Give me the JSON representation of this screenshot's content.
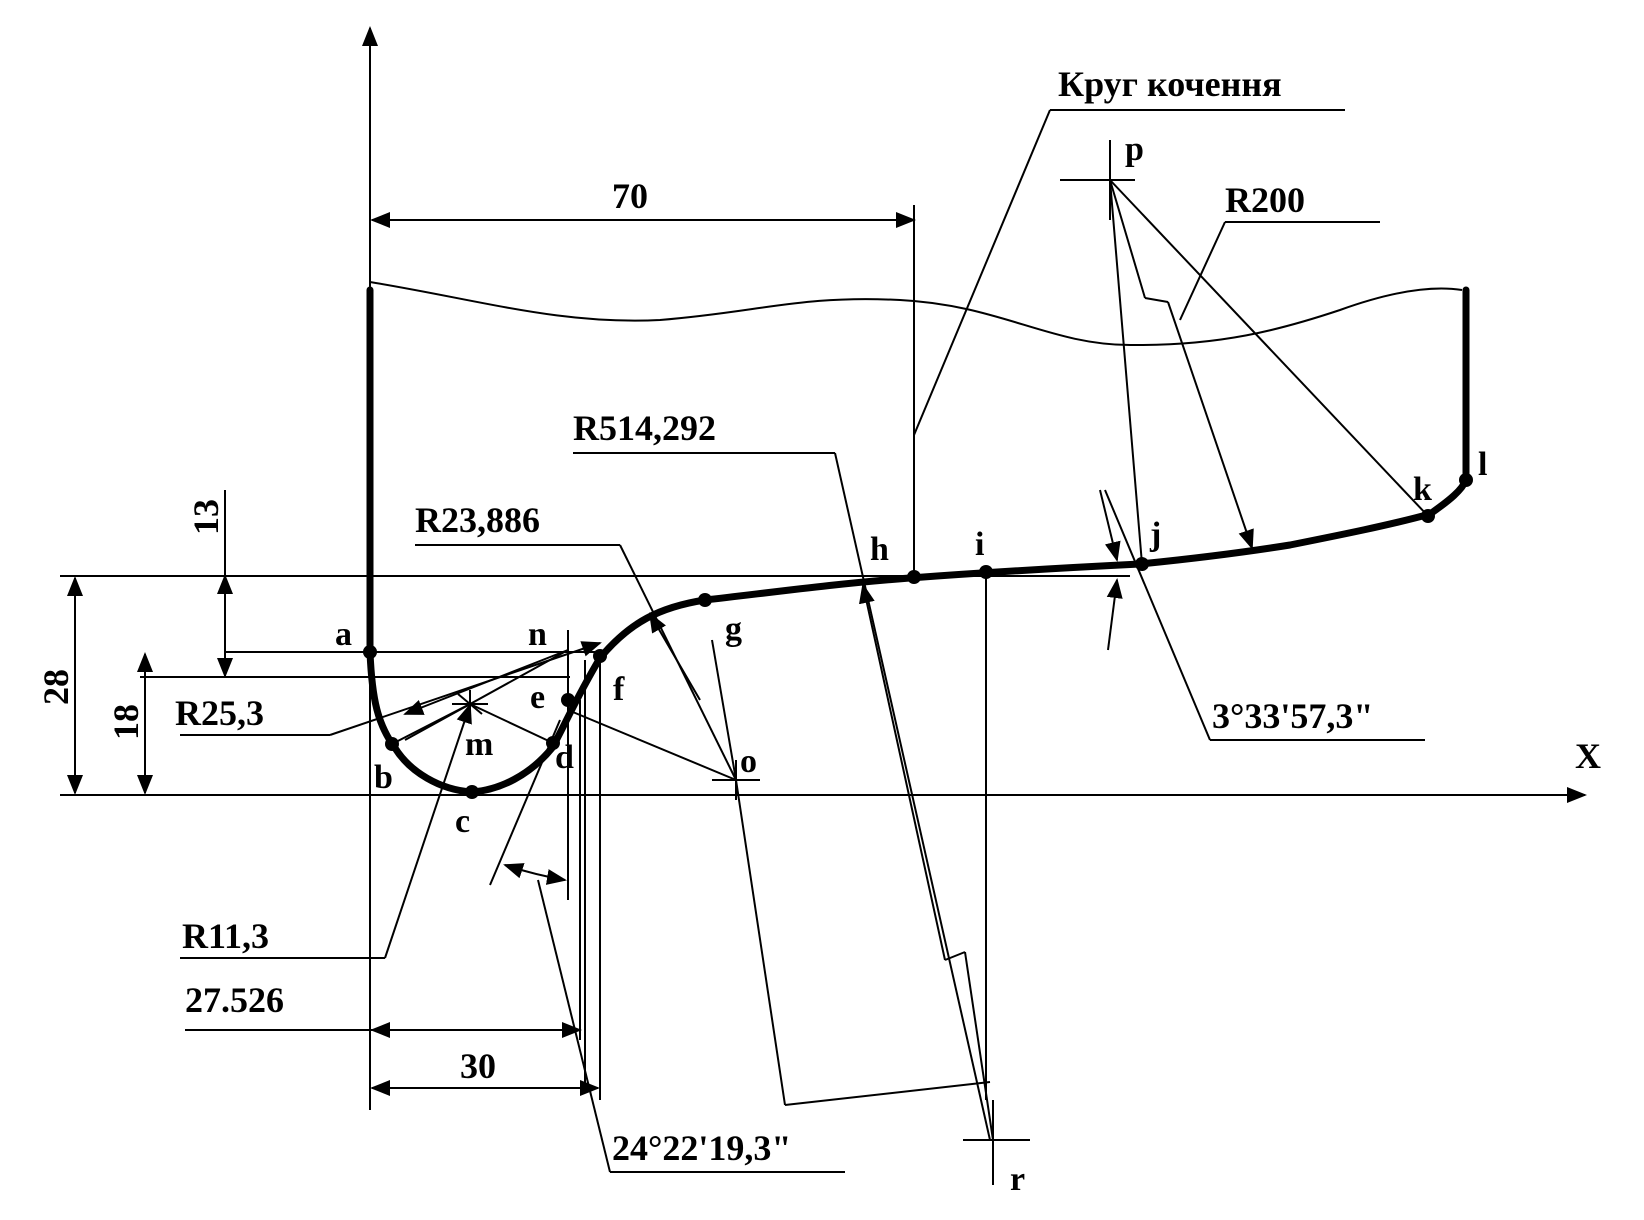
{
  "title": "Круг кочення",
  "axis_label": "X",
  "points": {
    "a": "a",
    "b": "b",
    "c": "c",
    "d": "d",
    "e": "e",
    "f": "f",
    "g": "g",
    "h": "h",
    "i": "i",
    "j": "j",
    "k": "k",
    "l": "l",
    "m": "m",
    "n": "n",
    "o": "o",
    "p": "p",
    "r": "r"
  },
  "dimensions": {
    "d70": "70",
    "d13": "13",
    "d28": "28",
    "d18": "18",
    "d30": "30",
    "d27": "27.526",
    "r514": "R514,292",
    "r23": "R23,886",
    "r25": "R25,3",
    "r11": "R11,3",
    "r200": "R200",
    "angle1": "3°33'57,3\"",
    "angle2": "24°22'19,3\""
  }
}
